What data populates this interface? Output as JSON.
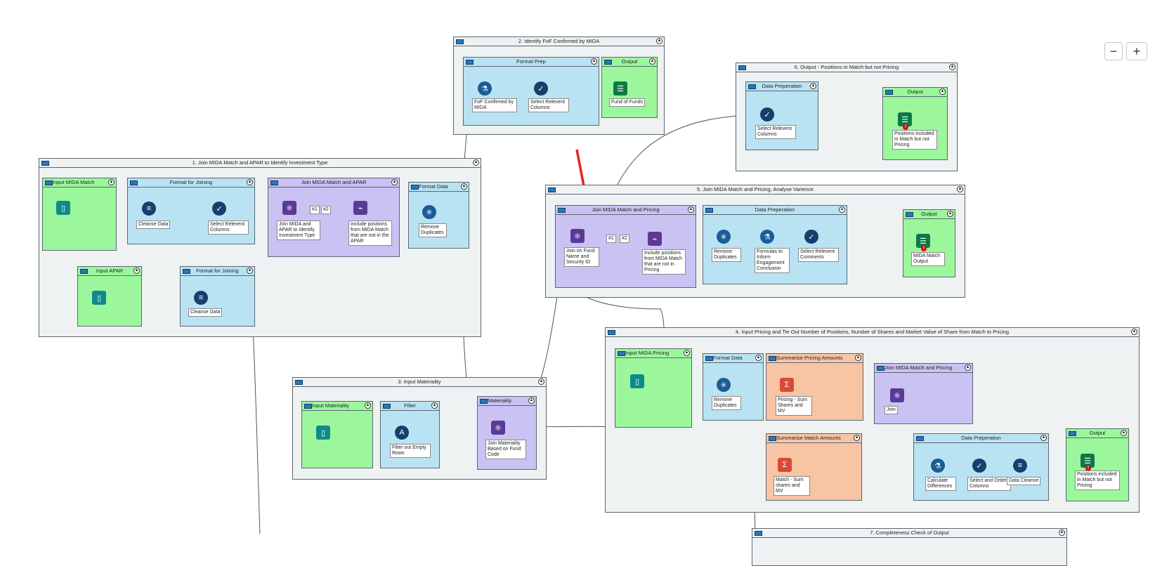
{
  "containers": {
    "c1": {
      "title": "1. Join MIDA Match and APAR to Identify Investment Type"
    },
    "c1_input_mida": {
      "title": "Input MIDA Match"
    },
    "c1_format_joining": {
      "title": "Format for Joining"
    },
    "c1_join": {
      "title": "Join MIDA Match and APAR"
    },
    "c1_format_data": {
      "title": "Format Data"
    },
    "c1_input_apar": {
      "title": "Input APAR"
    },
    "c1_format_joining2": {
      "title": "Format for Joining"
    },
    "c2": {
      "title": "2. Identify FoF Confirmed by MIDA"
    },
    "c2_format_prep": {
      "title": "Format Prep"
    },
    "c2_output": {
      "title": "Output"
    },
    "c3": {
      "title": "3. Input Materiality"
    },
    "c3_input": {
      "title": "Input Materiality"
    },
    "c3_filter": {
      "title": "Filter"
    },
    "c3_materiality": {
      "title": "Materiality"
    },
    "c4": {
      "title": "4. Input Pricing and Tie Out Number of Positions, Number of Shares and Market Value of Share from Match to Pricing"
    },
    "c4_input": {
      "title": "Input MIDA Pricing"
    },
    "c4_format": {
      "title": "Format Data"
    },
    "c4_sum_pricing": {
      "title": "Summarise Pricing Amounts"
    },
    "c4_sum_match": {
      "title": "Summarise Match Amounts"
    },
    "c4_join": {
      "title": "Join MIDA Match and Pricing"
    },
    "c4_prep": {
      "title": "Data Preperation"
    },
    "c4_output": {
      "title": "Output"
    },
    "c5": {
      "title": "5. Join MIDA Match and Pricing, Analyse Varience"
    },
    "c5_join": {
      "title": "Join MIDA Match and Pricing"
    },
    "c5_prep": {
      "title": "Data Preperation"
    },
    "c5_output": {
      "title": "Output"
    },
    "c6": {
      "title": "6. Output - Positions in Match but not Pricing"
    },
    "c6_prep": {
      "title": "Data Preperation"
    },
    "c6_output": {
      "title": "Output"
    },
    "c7": {
      "title": "7. Completeness Check of Output"
    }
  },
  "tools": {
    "cleanse1": "Cleanse Data",
    "select1": "Select Relevent Columns",
    "join_apar": "Join MIDA and APAR to Identify Investment Type",
    "include1": "Include positions from MIDA Match that are not in the APAR",
    "remove_dup1": "Remove Duplicates",
    "cleanse2": "Cleanse Data",
    "fof": "FoF Confirmed by MIDA",
    "select2": "Select Relevent Columns",
    "fund_of_funds": "Fund of Funds",
    "filter_empty": "Filter out Empty Rows",
    "join_materiality": "Join Materiality Based on Fund Code",
    "remove_dup2": "Remove Duplicates",
    "pricing_sum": "Pricing - Sum Shares and MV",
    "match_sum": "Match - Sum shares and MV",
    "join4": "Join",
    "calc_diff": "Calculate Differences",
    "select_order": "Select and Order Columns",
    "data_cleanse": "Data Cleanse",
    "positions_output4": "Positions included in Match but not Pricing",
    "join_fund": "Join on Fund Name and Security ID",
    "include2": "Include positions from MIDA Match that are not in Pricing",
    "remove_dup3": "Remove Duplicates",
    "formulas": "Formulas to Inform Engagement Conclusion",
    "select_comments": "Select Relevent Comments",
    "mida_output": "MIDA Match Output",
    "select3": "Select Relevent Columns",
    "positions_output6": "Positions included in Match but not Pricing"
  },
  "anchors": {
    "j1": "#1",
    "j2": "#2",
    "j3": "#1",
    "j4": "#2"
  },
  "zoom": {
    "out": "−",
    "in": "+"
  },
  "colors": {
    "input_green": "#9cf79c",
    "prep_blue": "#b9e3f3",
    "join_purple": "#c9c2f3",
    "summarise_orange": "#f7c4a4",
    "annotation_red": "#e8221b"
  }
}
